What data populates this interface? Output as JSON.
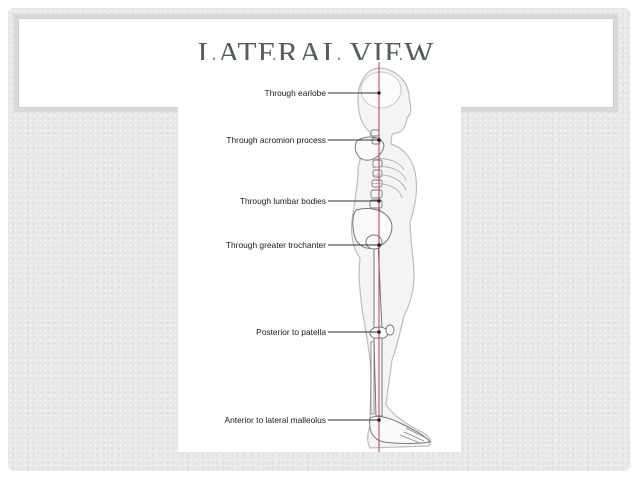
{
  "slide": {
    "title": "LATERAL VIEW"
  },
  "figure": {
    "labels": [
      "Through earlobe",
      "Through acromion process",
      "Through lumbar bodies",
      "Through greater trochanter",
      "Posterior to patella",
      "Anterior to lateral malleolus"
    ],
    "line_color": "#c0306a"
  }
}
